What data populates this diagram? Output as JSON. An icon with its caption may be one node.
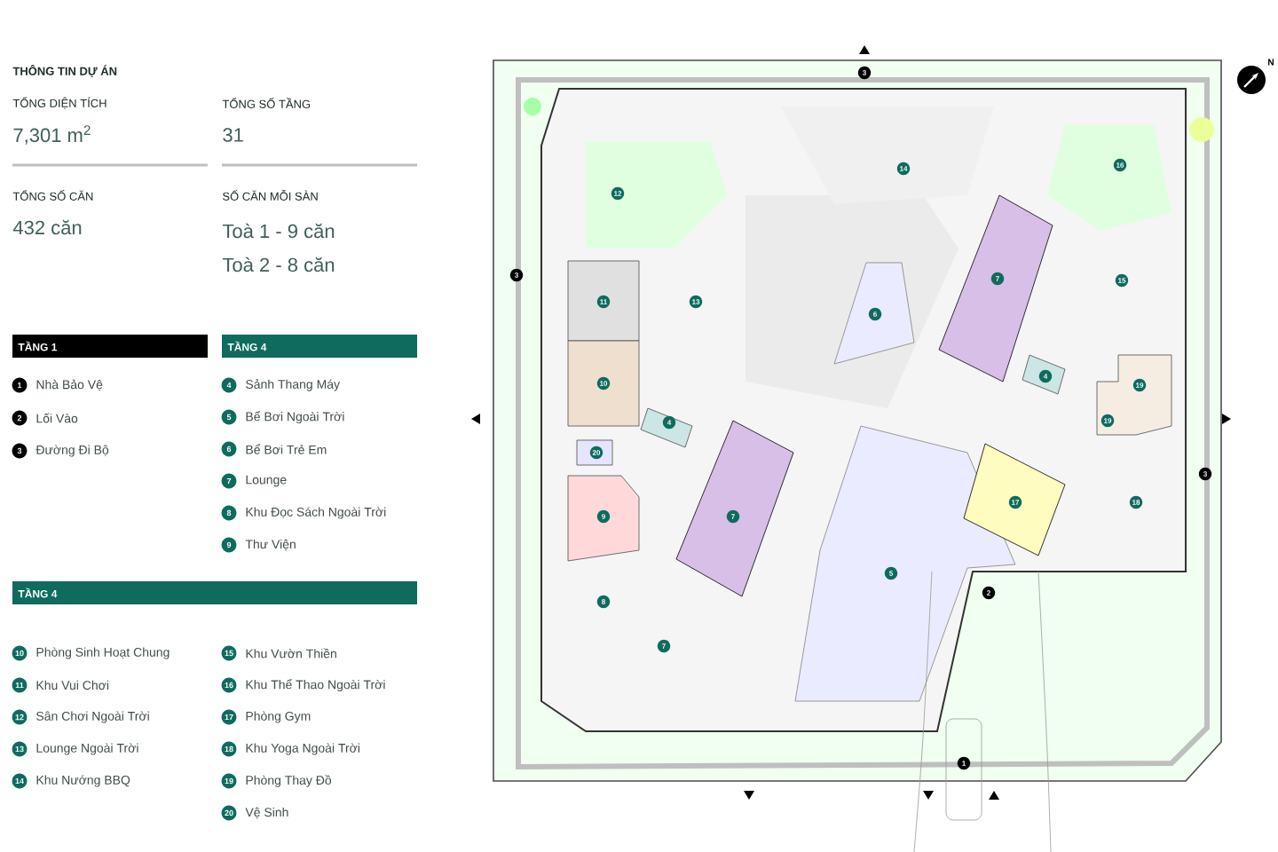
{
  "diagram": {
    "labels": [
      "THÔNG TIN DỰ ÁN",
      "TỔNG DIỆN TÍCH",
      "TỔNG SỐ TẦNG",
      "7,301 m$^{2}$",
      "31",
      "TỔNG SỐ CĂN",
      "SỐ CĂN MỖI SÀN",
      "432 căn",
      "Toà 1 - 9 căn",
      "Toà 2 - 8 căn",
      "TẦNG 1",
      "TẦNG 4",
      "1",
      "Nhà Bảo Vệ",
      "2",
      "Lối Vào",
      "3",
      "Đường Đi Bộ",
      "4",
      "Sảnh Thang Máy",
      "5",
      "Bể Bơi Ngoài Trời",
      "6",
      "Bể Bơi Trẻ Em",
      "7",
      "Lounge",
      "8",
      "Khu Đọc Sách Ngoài Trời",
      "9",
      "Thư Viện",
      "TẦNG 4",
      "10",
      "Phòng Sinh Hoạt Chung",
      "11",
      "Khu Vui Chơi",
      "12",
      "Sân Chơi Ngoài Trời",
      "13",
      "Lounge Ngoài Trời",
      "14",
      "Khu Nướng BBQ",
      "15",
      "Khu Vườn Thiền",
      "16",
      "Khu Thể Thao Ngoài Trời",
      "17",
      "Phòng Gym",
      "18",
      "Khu Yoga Ngoài Trời",
      "19",
      "Phòng Thay Đồ",
      "20",
      "Vệ Sinh",
      "N",
      "3",
      "16",
      "14",
      "12",
      "3",
      "7",
      "15",
      "11",
      "13",
      "6",
      "4",
      "10",
      "19",
      "4",
      "19",
      "20",
      "3",
      "17",
      "18",
      "9",
      "7",
      "5",
      "2",
      "8",
      "7",
      "1"
    ]
  }
}
